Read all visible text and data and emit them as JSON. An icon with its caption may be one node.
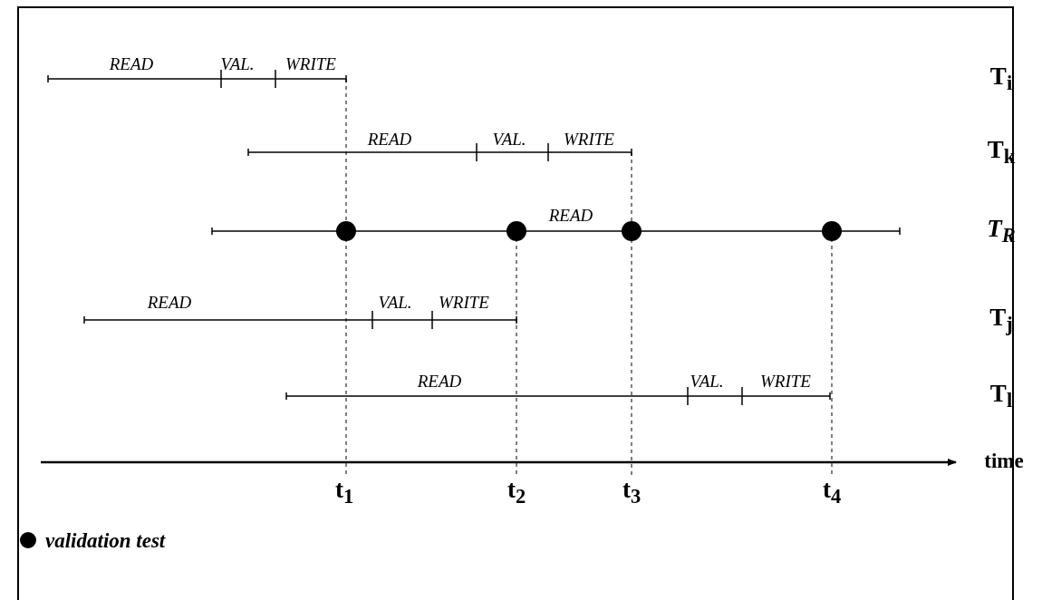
{
  "diagram": {
    "labels": [
      "READ",
      "VAL.",
      "WRITE",
      "T$_{i}$",
      "READ",
      "VAL.",
      "WRITE",
      "T$_{k}$",
      "READ",
      "T$_{R}$",
      "READ",
      "VAL.",
      "WRITE",
      "T$_{j}$",
      "READ",
      "VAL.",
      "WRITE",
      "T$_{l}$",
      "time",
      "t$_{1}$",
      "t$_{2}$",
      "t$_{3}$",
      "t$_{4}$"
    ],
    "legend": [
      {
        "text": "validation test"
      }
    ]
  }
}
